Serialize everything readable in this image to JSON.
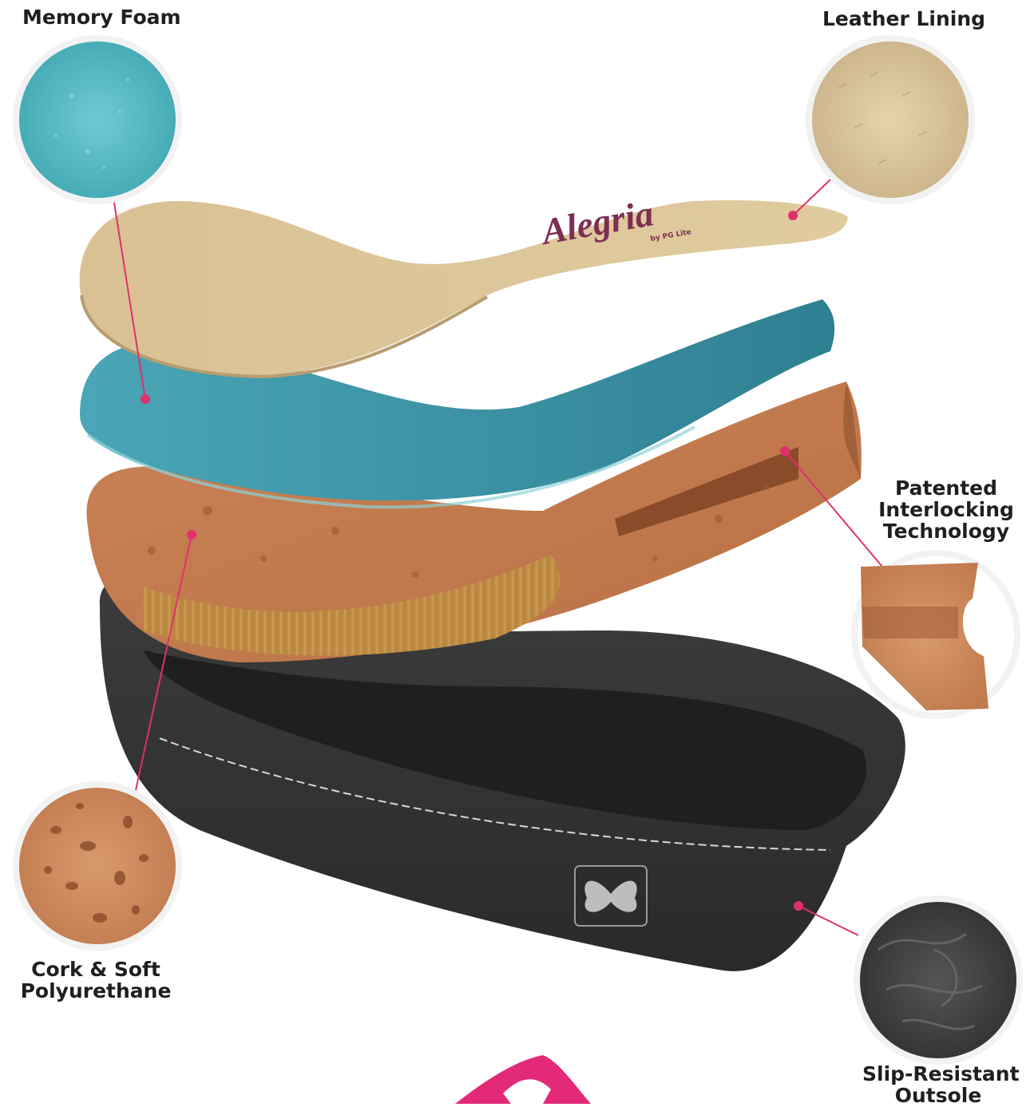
{
  "labels": {
    "memory_foam": "Memory Foam",
    "leather_lining": "Leather Lining",
    "interlocking": [
      "Patented",
      "Interlocking",
      "Technology"
    ],
    "cork": [
      "Cork & Soft",
      "Polyurethane"
    ],
    "outsole": [
      "Slip-Resistant",
      "Outsole"
    ]
  },
  "brand": {
    "logo_text": "Alegria",
    "logo_subtext": "by PG Lite"
  },
  "colors": {
    "callout_pink": "#e0306e",
    "leather": "#d8c196",
    "foam": "#3e9aab",
    "cork": "#c9835a",
    "outsole": "#3b3b3b",
    "accent_logo": "#e22a78"
  }
}
